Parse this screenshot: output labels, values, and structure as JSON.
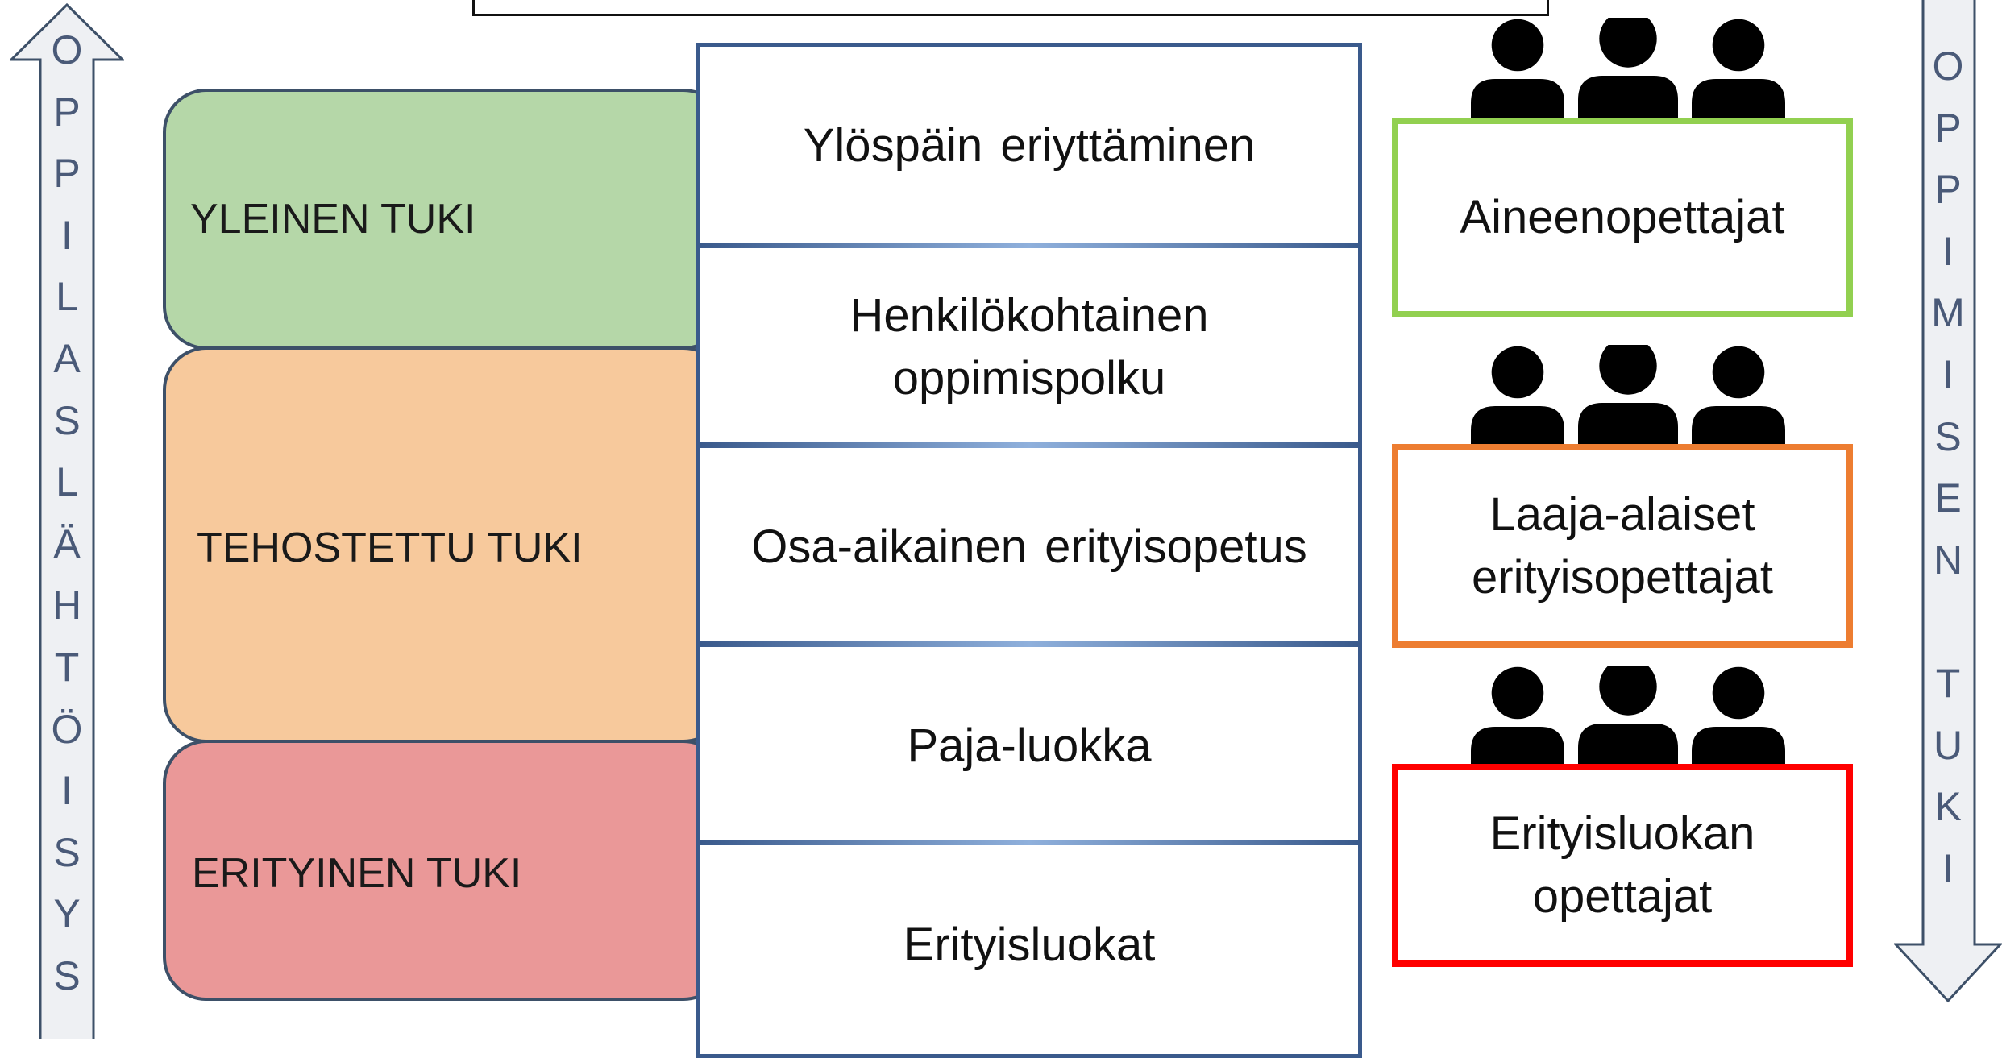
{
  "diagram": {
    "left_arrow": {
      "letters": [
        "O",
        "P",
        "P",
        "I",
        "L",
        "A",
        "S",
        "L",
        "Ä",
        "H",
        "T",
        "Ö",
        "I",
        "S",
        "Y",
        "S"
      ]
    },
    "right_arrow": {
      "letters": [
        "O",
        "P",
        "P",
        "I",
        "M",
        "I",
        "S",
        "E",
        "N",
        "",
        "T",
        "U",
        "K",
        "I"
      ]
    },
    "levels": [
      {
        "label": "YLEINEN TUKI",
        "color": "#b5d7a8"
      },
      {
        "label": "TEHOSTETTU TUKI",
        "color": "#f7c99c"
      },
      {
        "label": "ERITYINEN TUKI",
        "color": "#ea9898"
      }
    ],
    "center_items": [
      {
        "text": "Ylöspäin eriyttäminen"
      },
      {
        "text": "Henkilökohtainen oppimispolku"
      },
      {
        "text": "Osa-aikainen erityisopetus"
      },
      {
        "text": "Paja-luokka"
      },
      {
        "text": "Erityisluokat"
      }
    ],
    "teachers": [
      {
        "label": "Aineenopettajat",
        "border_color": "#92d050"
      },
      {
        "label": "Laaja-alaiset erityisopettajat",
        "border_color": "#ed7d31"
      },
      {
        "label": "Erityisluokan opettajat",
        "border_color": "#ff0000"
      }
    ],
    "icons": {
      "people": "people-group-icon"
    },
    "colors": {
      "arrow_fill": "#eef0f3",
      "arrow_stroke": "#3d5068",
      "border": "#3a5a8c"
    }
  }
}
